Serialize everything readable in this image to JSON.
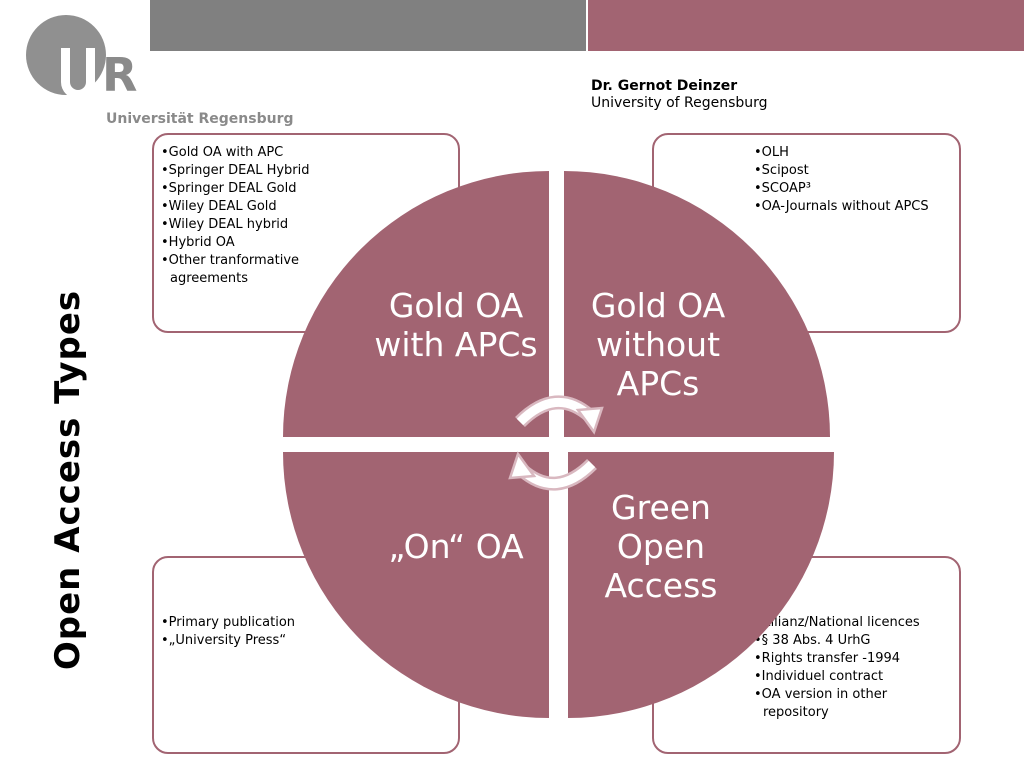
{
  "header": {
    "logo_letters_r": "R",
    "logo_text": "Universität Regensburg",
    "author_name": "Dr. Gernot Deinzer",
    "author_affiliation": "University of Regensburg"
  },
  "title": "Open Access Types",
  "quadrants": {
    "top_left": "Gold OA with APCs",
    "top_right": "Gold OA without APCs",
    "bottom_left": "„On“ OA",
    "bottom_right": "Green Open Access"
  },
  "boxes": {
    "top_left": [
      "Gold OA with APC",
      "Springer DEAL Hybrid",
      "Springer DEAL Gold",
      "Wiley DEAL Gold",
      "Wiley DEAL hybrid",
      "Hybrid OA",
      "Other tranformative agreements"
    ],
    "top_right": [
      "OLH",
      "Scipost",
      "SCOAP³",
      "OA-Journals without APCS"
    ],
    "bottom_left": [
      "Primary publication",
      "„University Press“"
    ],
    "bottom_right": [
      "Allianz/National licences",
      "§ 38 Abs. 4 UrhG",
      "Rights transfer -1994",
      "Individuel contract",
      "OA version in other repository"
    ]
  },
  "colors": {
    "accent": "#a26472",
    "gray": "#808080",
    "arrow_fill": "#ffffff",
    "arrow_stroke": "#d9b8c0"
  },
  "icons": {
    "cycle": "cycle-arrows-icon"
  }
}
